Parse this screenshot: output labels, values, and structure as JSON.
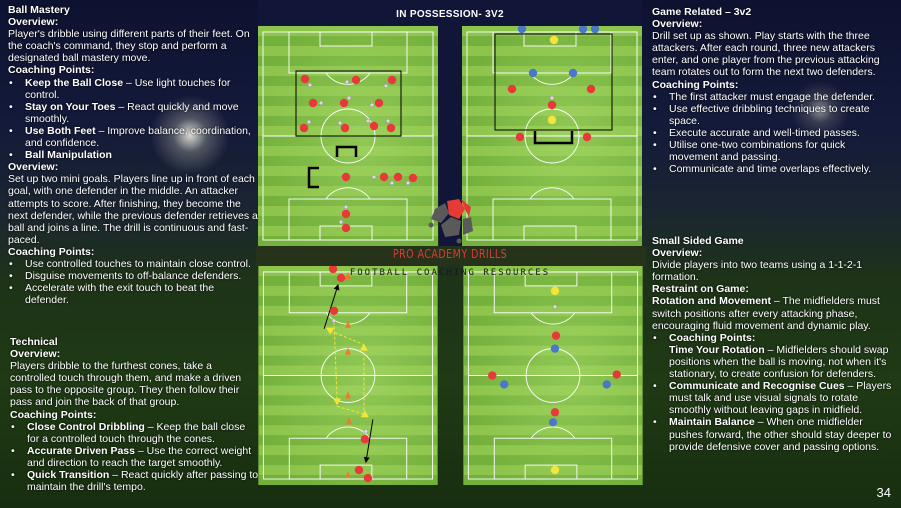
{
  "header": {
    "title": "IN POSSESSION- 3V2"
  },
  "brand": {
    "name": "PRO ACADEMY DRILLS",
    "tagline": "FOOTBALL COACHING RESOURCES"
  },
  "page_number": "34",
  "ball_mastery": {
    "title": "Ball Mastery",
    "overview_label": "Overview:",
    "overview": "Player's dribble using different parts of their feet. On the coach's command, they stop and perform a designated ball mastery move.",
    "coaching_label": "Coaching Points:",
    "points": [
      {
        "bold": "Keep the Ball Close",
        "text": " – Use light touches for control."
      },
      {
        "bold": "Stay on Your Toes",
        "text": " – React quickly and move smoothly."
      },
      {
        "bold": "Use Both Feet",
        "text": " – Improve balance, coordination, and confidence."
      },
      {
        "bold": "Ball Manipulation",
        "text": ""
      }
    ]
  },
  "ball_manipulation": {
    "overview_label": "Overview:",
    "overview": "Set up two mini goals. Players line up in front of each goal, with one defender in the middle. An attacker attempts to score. After finishing, they become the next defender, while the previous defender retrieves a ball and joins a line. The drill is continuous and fast-paced.",
    "coaching_label": "Coaching Points:",
    "points": [
      "Use controlled touches to maintain close control.",
      "Disguise movements to off-balance defenders.",
      "Accelerate with the exit touch to beat the defender."
    ]
  },
  "technical": {
    "title": "Technical",
    "overview_label": "Overview:",
    "overview": "Players dribble to the furthest cones, take a controlled touch through them, and make a driven pass to the opposite group. They then follow their pass and join the back of that group.",
    "coaching_label": "Coaching Points:",
    "points": [
      {
        "bold": "Close Control Dribbling",
        "text": " – Keep the ball close for a controlled touch through the cones."
      },
      {
        "bold": "Accurate Driven Pass",
        "text": " – Use the correct weight and direction to reach the target smoothly."
      },
      {
        "bold": "Quick Transition",
        "text": " – React quickly after passing to maintain the drill's tempo."
      }
    ]
  },
  "game_related": {
    "title": "Game Related – 3v2",
    "overview_label": "Overview:",
    "overview": "Drill set up as shown. Play starts with the three attackers. After each round, three new attackers enter, and one player from the previous attacking team rotates out to form the next two defenders.",
    "coaching_label": "Coaching Points:",
    "points": [
      "The first attacker must engage the defender.",
      "Use effective dribbling techniques to create space.",
      "Execute accurate and well-timed passes.",
      "Utilise one-two combinations for quick movement and passing.",
      "Communicate and time overlaps effectively."
    ]
  },
  "small_sided": {
    "title": "Small Sided Game",
    "overview_label": "Overview:",
    "overview": "Divide players into two teams using a 1-1-2-1 formation.",
    "restraint_label": "Restraint on Game:",
    "restraint_bold": "Rotation and Movement",
    "restraint_text": " – The midfielders must switch positions after every attacking phase, encouraging fluid movement and dynamic play.",
    "coaching_label": "Coaching Points:",
    "points": [
      {
        "bold": "Time Your Rotation",
        "text": " – Midfielders should swap positions when the ball is moving, not when it's stationary, to create confusion for defenders."
      },
      {
        "bold": "Communicate and Recognise Cues",
        "text": " – Players must talk and use visual signals to rotate smoothly without leaving gaps in midfield."
      },
      {
        "bold": "Maintain Balance",
        "text": " – When one midfielder pushes forward, the other should stay deeper to provide defensive cover and passing options."
      }
    ]
  },
  "colors": {
    "red_player": "#e8383a",
    "blue_player": "#4a78c8",
    "yellow_player": "#f5e53a",
    "cone": "#ef7a2a",
    "pitch_light": "#8cc44c",
    "pitch_dark": "#74b03c"
  }
}
